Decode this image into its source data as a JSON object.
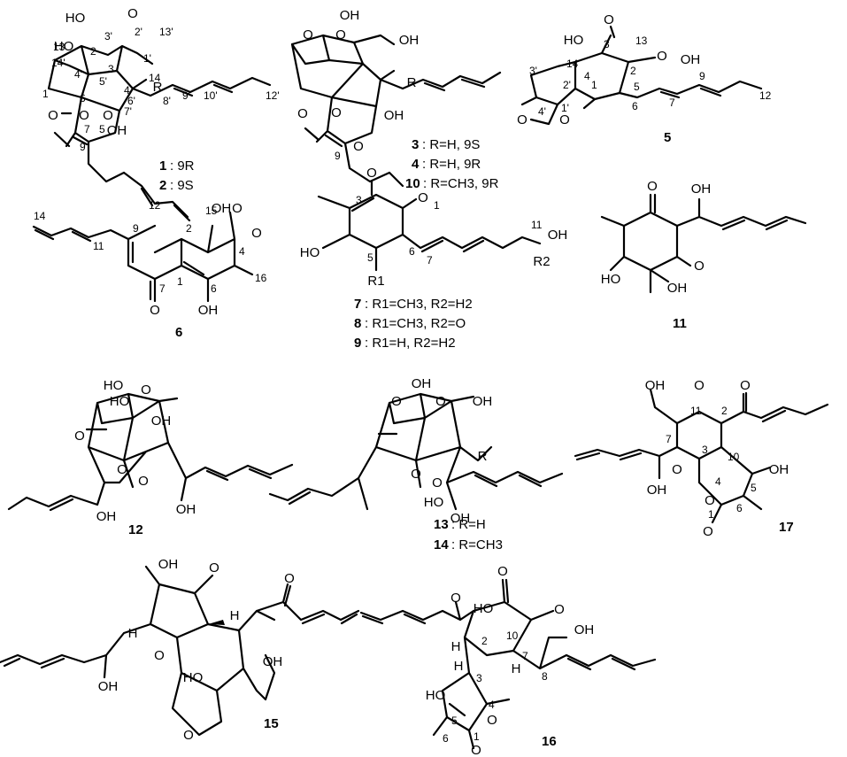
{
  "compounds": [
    {
      "id": "c1",
      "ids": [
        "1",
        "2"
      ],
      "captions": [
        ": 9R",
        ": 9S"
      ],
      "atoms": [
        "HO",
        "O",
        "HO",
        "O",
        "O",
        "O",
        "OH",
        "R"
      ],
      "numbers": [
        "13",
        "2",
        "3'",
        "2'",
        "13'",
        "14'",
        "3",
        "1'",
        "4'",
        "5'",
        "14",
        "4",
        "1",
        "6",
        "6'",
        "8'",
        "10'",
        "12'",
        "7",
        "5",
        "7'",
        "9'",
        "9",
        "12"
      ]
    },
    {
      "id": "c3",
      "ids": [
        "3",
        "4",
        "10"
      ],
      "captions": [
        ": R=H, 9S",
        ": R=H,  9R",
        ": R=CH3, 9R"
      ],
      "atoms": [
        "OH",
        "O",
        "O",
        "OH",
        "R",
        "O",
        "O",
        "OH",
        "O"
      ],
      "numbers": [
        "9"
      ]
    },
    {
      "id": "c5",
      "ids": [
        "5"
      ],
      "captions": [],
      "atoms": [
        "O",
        "HO",
        "O",
        "OH",
        "O",
        "O"
      ],
      "numbers": [
        "3",
        "13",
        "14",
        "2",
        "4",
        "5",
        "1",
        "3'",
        "2'",
        "7",
        "9",
        "6",
        "1'",
        "4'",
        "12"
      ]
    },
    {
      "id": "c6",
      "ids": [
        "6"
      ],
      "captions": [],
      "atoms": [
        "OH",
        "O",
        "O",
        "O",
        "OH"
      ],
      "numbers": [
        "15",
        "14",
        "4",
        "9",
        "2",
        "11",
        "7",
        "1",
        "6",
        "16"
      ]
    },
    {
      "id": "c7",
      "ids": [
        "7",
        "8",
        "9"
      ],
      "captions": [
        ": R1=CH3, R2=H2",
        ": R1=CH3, R2=O",
        ": R1=H, R2=H2"
      ],
      "atoms": [
        "O",
        "O",
        "HO",
        "R1",
        "OH",
        "R2"
      ],
      "numbers": [
        "3",
        "1",
        "11",
        "5",
        "6",
        "7"
      ]
    },
    {
      "id": "c11",
      "ids": [
        "11"
      ],
      "captions": [],
      "atoms": [
        "O",
        "OH",
        "HO",
        "O",
        "OH"
      ],
      "numbers": []
    },
    {
      "id": "c12",
      "ids": [
        "12"
      ],
      "captions": [],
      "atoms": [
        "HO",
        "HO",
        "O",
        "OH",
        "O",
        "O",
        "O",
        "OH",
        "OH"
      ],
      "numbers": []
    },
    {
      "id": "c13",
      "ids": [
        "13",
        "14"
      ],
      "captions": [
        ": R=H",
        ": R=CH3"
      ],
      "atoms": [
        "OH",
        "O",
        "O",
        "OH",
        "R",
        "O",
        "O",
        "OH",
        "HO"
      ],
      "numbers": []
    },
    {
      "id": "c17",
      "ids": [
        "17"
      ],
      "captions": [],
      "atoms": [
        "OH",
        "O",
        "O",
        "OH",
        "O",
        "O",
        "OH",
        "O"
      ],
      "numbers": [
        "11",
        "2",
        "7",
        "3",
        "10",
        "4",
        "5",
        "6",
        "1"
      ]
    },
    {
      "id": "c15",
      "ids": [
        "15"
      ],
      "captions": [],
      "atoms": [
        "OH",
        "O",
        "O",
        "H",
        "H",
        "O",
        "OH",
        "HO",
        "OH",
        "O"
      ],
      "numbers": []
    },
    {
      "id": "c16",
      "ids": [
        "16"
      ],
      "captions": [],
      "atoms": [
        "O",
        "O",
        "HO",
        "O",
        "OH",
        "H",
        "H",
        "H",
        "HO",
        "O",
        "O"
      ],
      "numbers": [
        "10",
        "2",
        "7",
        "8",
        "3",
        "4",
        "5",
        "6",
        "1"
      ]
    }
  ]
}
